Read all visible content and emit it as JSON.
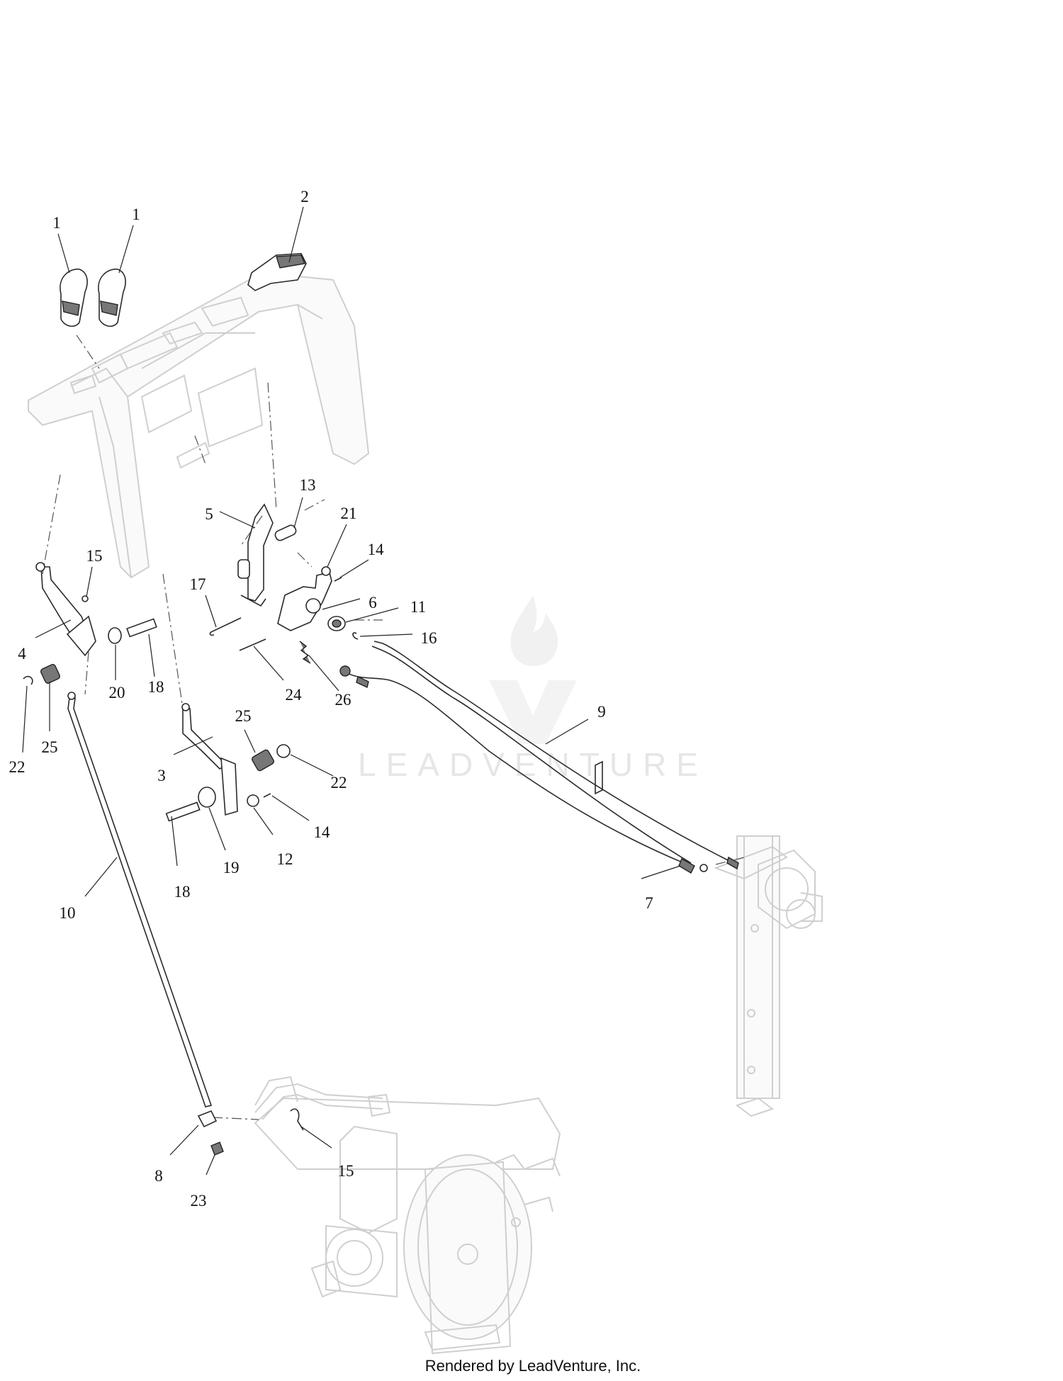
{
  "callouts": [
    {
      "label": "1"
    },
    {
      "label": "1"
    },
    {
      "label": "2"
    },
    {
      "label": "13"
    },
    {
      "label": "5"
    },
    {
      "label": "21"
    },
    {
      "label": "14"
    },
    {
      "label": "15"
    },
    {
      "label": "17"
    },
    {
      "label": "6"
    },
    {
      "label": "11"
    },
    {
      "label": "16"
    },
    {
      "label": "4"
    },
    {
      "label": "20"
    },
    {
      "label": "18"
    },
    {
      "label": "24"
    },
    {
      "label": "26"
    },
    {
      "label": "22"
    },
    {
      "label": "25"
    },
    {
      "label": "9"
    },
    {
      "label": "25"
    },
    {
      "label": "3"
    },
    {
      "label": "22"
    },
    {
      "label": "14"
    },
    {
      "label": "12"
    },
    {
      "label": "19"
    },
    {
      "label": "18"
    },
    {
      "label": "10"
    },
    {
      "label": "7"
    },
    {
      "label": "8"
    },
    {
      "label": "23"
    },
    {
      "label": "15"
    }
  ],
  "watermark": "LEADVENTURE",
  "footer": "Rendered by LeadVenture, Inc.",
  "icons": {
    "watermark_logo": "flame-v-logo-icon"
  }
}
